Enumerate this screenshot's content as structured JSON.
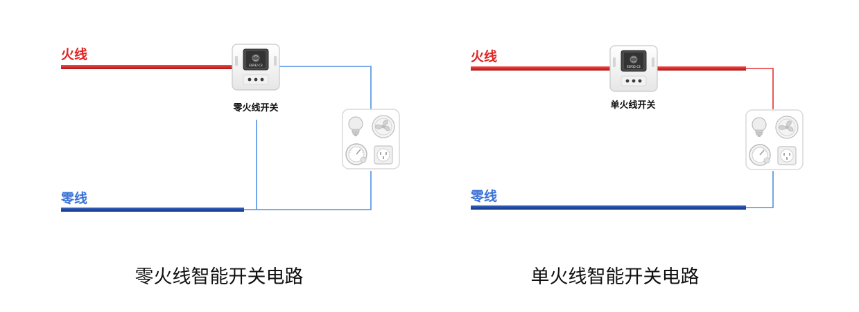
{
  "diagrams": [
    {
      "id": "zero-live",
      "live_label": "火线",
      "neutral_label": "零线",
      "switch_label": "零火线开关",
      "chip_label": "ESP32-C3",
      "caption": "零火线智能开关电路"
    },
    {
      "id": "single-live",
      "live_label": "火线",
      "neutral_label": "零线",
      "switch_label": "单火线开关",
      "chip_label": "ESP32-C3",
      "caption": "单火线智能开关电路"
    }
  ],
  "colors": {
    "live_wire": "#d62a2a",
    "neutral_wire": "#1f4ba5",
    "thin_wire_blue": "#4f8fe3",
    "thin_wire_red": "#e23030",
    "device_outline": "#d9d9d9"
  },
  "icons": [
    "light-bulb-icon",
    "fan-icon",
    "gauge-icon",
    "power-socket-icon"
  ]
}
